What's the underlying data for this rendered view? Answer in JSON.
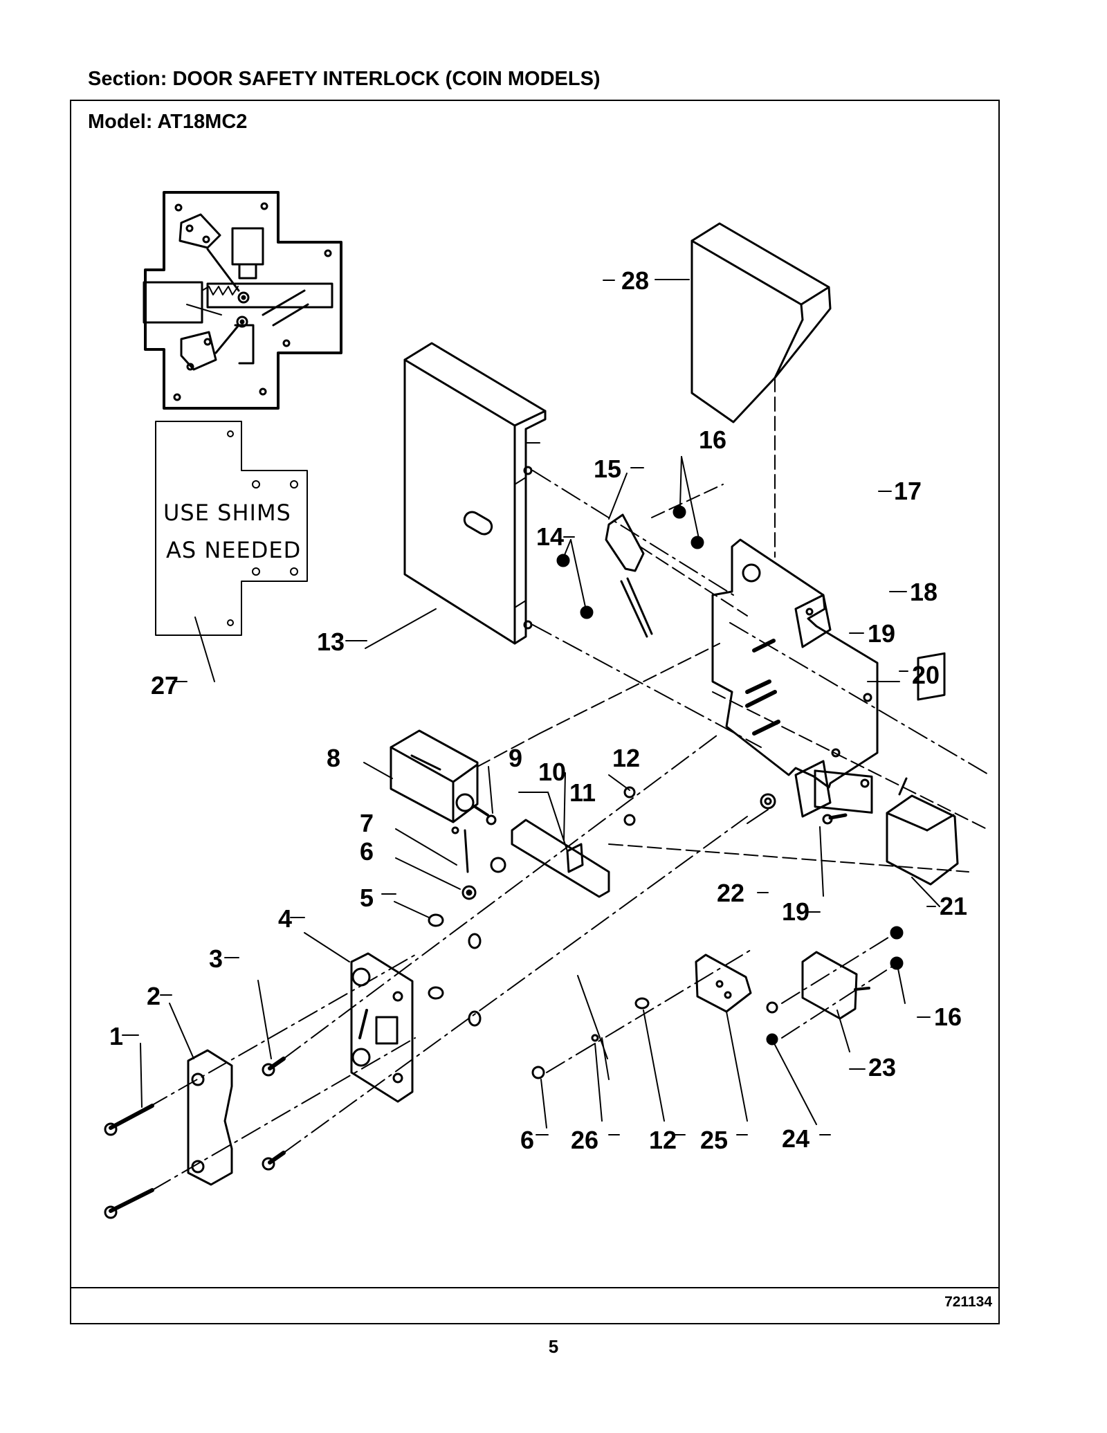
{
  "header": {
    "section": "Section:  DOOR SAFETY INTERLOCK (COIN MODELS)",
    "model": "Model:  AT18MC2"
  },
  "diagram": {
    "shim_text_line1": "USE SHIMS",
    "shim_text_line2": "AS NEEDED",
    "callouts": [
      "1",
      "2",
      "3",
      "4",
      "5",
      "6",
      "7",
      "8",
      "9",
      "10",
      "11",
      "12",
      "13",
      "14",
      "15",
      "16",
      "17",
      "18",
      "19",
      "20",
      "21",
      "22",
      "23",
      "24",
      "25",
      "26",
      "27",
      "28"
    ],
    "callout_19_b": "19",
    "callout_12_b": "12",
    "callout_6_b": "6",
    "callout_16_b": "16"
  },
  "footer": {
    "drawing_number": "721134",
    "page_number": "5"
  }
}
